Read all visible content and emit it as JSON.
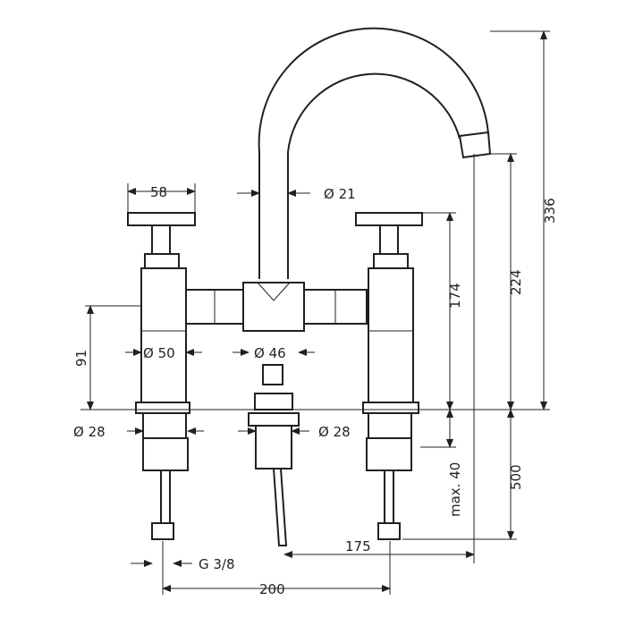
{
  "drawing": {
    "title": "Bridge basin mixer dimension drawing",
    "dimensions": {
      "handle_width": "58",
      "spout_diameter": "Ø 21",
      "total_height": "336",
      "spout_outlet_height": "224",
      "handle_height": "174",
      "body_height": "91",
      "body_diameter": "Ø 50",
      "popup_diameter": "Ø 46",
      "left_hole_diameter": "Ø 28",
      "center_hole_diameter": "Ø 28",
      "max_deck_thickness": "max. 40",
      "hose_length": "500",
      "spout_reach": "175",
      "connection_thread": "G 3/8",
      "center_distance": "200"
    }
  }
}
